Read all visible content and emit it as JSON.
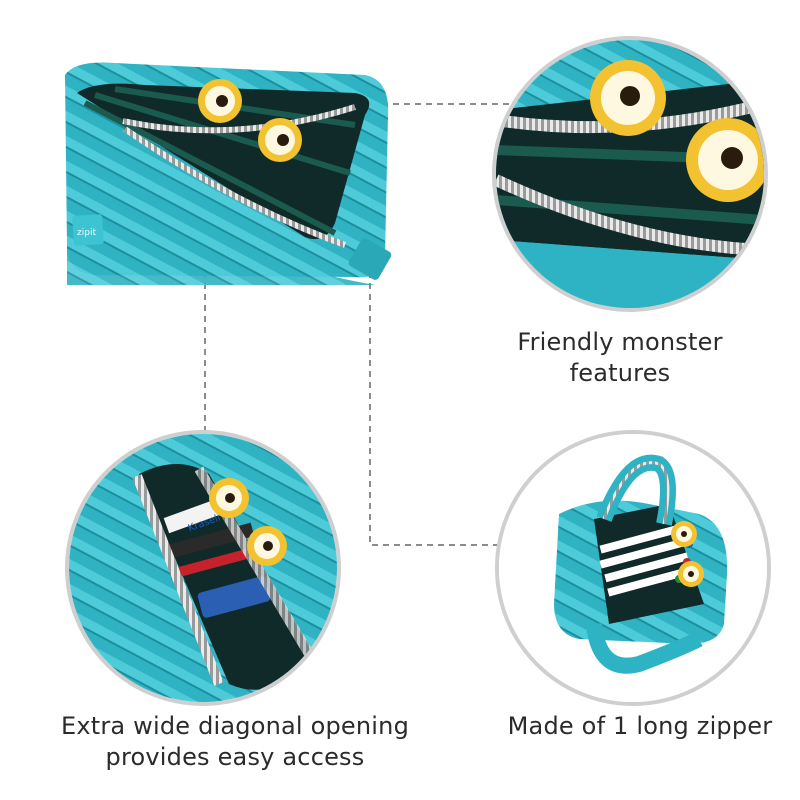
{
  "captions": {
    "top_right_line1": "Friendly monster",
    "top_right_line2": "features",
    "bottom_left_line1": "Extra wide diagonal opening",
    "bottom_left_line2": "provides easy access",
    "bottom_right": "Made of 1 long zipper"
  },
  "labels": {
    "brand_tag": "zipit",
    "brand_tag_reg": "zipit®",
    "marker_text": "Kraseli"
  },
  "colors": {
    "teal": "#2db3c4",
    "teal_dark": "#1c8c9c",
    "teal_light": "#5fd0dc",
    "interior": "#0f2a28",
    "interior_green": "#1b5a4e",
    "eye_yellow": "#f2c230",
    "connector": "#8c8c8c",
    "circle_border": "#cfcfcf"
  }
}
